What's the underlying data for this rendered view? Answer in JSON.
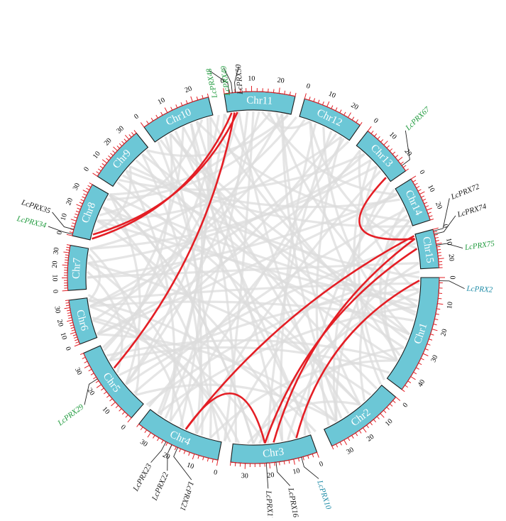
{
  "colors": {
    "chromosome_fill": "#6cc7d6",
    "chromosome_stroke": "#1b1b1b",
    "tick": "#e21f26",
    "background_link": "#dcdcdc",
    "highlight_link": "#e41e25",
    "gene_black": "#1a1a1a",
    "gene_green": "#1e9a3c",
    "gene_teal": "#1c8aa6"
  },
  "chromosomes": [
    {
      "name": "Chr1",
      "start": 90,
      "end": 127,
      "ticks": [
        "0",
        "10",
        "20",
        "30",
        "40"
      ]
    },
    {
      "name": "Chr2",
      "start": 130,
      "end": 155,
      "ticks": [
        "0",
        "10",
        "20",
        "30"
      ]
    },
    {
      "name": "Chr3",
      "start": 160,
      "end": 187,
      "ticks": [
        "0",
        "10",
        "20",
        "30"
      ]
    },
    {
      "name": "Chr4",
      "start": 191,
      "end": 218,
      "ticks": [
        "0",
        "10",
        "20",
        "30"
      ]
    },
    {
      "name": "Chr5",
      "start": 221,
      "end": 246,
      "ticks": [
        "0",
        "10",
        "20",
        "30"
      ]
    },
    {
      "name": "Chr6",
      "start": 249,
      "end": 263,
      "ticks": [
        "0",
        "10",
        "20",
        "30"
      ]
    },
    {
      "name": "Chr7",
      "start": 266,
      "end": 280,
      "ticks": [
        "0",
        "10",
        "20",
        "30"
      ]
    },
    {
      "name": "Chr8",
      "start": 283,
      "end": 300,
      "ticks": [
        "0",
        "10",
        "20",
        "30"
      ]
    },
    {
      "name": "Chr9",
      "start": 303,
      "end": 321,
      "ticks": [
        "0",
        "10",
        "20",
        "30"
      ]
    },
    {
      "name": "Chr10",
      "start": 324,
      "end": 346,
      "ticks": [
        "0",
        "10",
        "20"
      ]
    },
    {
      "name": "Chr11",
      "start": 351,
      "end": 13,
      "ticks": [
        "0",
        "10",
        "20"
      ]
    },
    {
      "name": "Chr12",
      "start": 16,
      "end": 35,
      "ticks": [
        "0",
        "10",
        "20"
      ]
    },
    {
      "name": "Chr13",
      "start": 38,
      "end": 55,
      "ticks": [
        "0",
        "10",
        "20"
      ]
    },
    {
      "name": "Chr14",
      "start": 58,
      "end": 72,
      "ticks": [
        "0",
        "10",
        "20"
      ]
    },
    {
      "name": "Chr15",
      "start": 75,
      "end": 87,
      "ticks": [
        "0",
        "10",
        "20"
      ]
    }
  ],
  "genes": [
    {
      "name": "LcPRX2",
      "angle": 91,
      "label_angle": 93,
      "color": "teal"
    },
    {
      "name": "LcPRX10",
      "angle": 165,
      "label_angle": 162,
      "color": "teal"
    },
    {
      "name": "LcPRX16",
      "angle": 173,
      "label_angle": 170,
      "color": "black"
    },
    {
      "name": "LcPRX17",
      "angle": 176,
      "label_angle": 176,
      "color": "black"
    },
    {
      "name": "LcPRX21",
      "angle": 204,
      "label_angle": 197,
      "color": "black"
    },
    {
      "name": "LcPRX22",
      "angle": 206,
      "label_angle": 204,
      "color": "black"
    },
    {
      "name": "LcPRX23",
      "angle": 208,
      "label_angle": 209,
      "color": "black"
    },
    {
      "name": "LcPRX29",
      "angle": 237,
      "label_angle": 233,
      "color": "green"
    },
    {
      "name": "LcPRX34",
      "angle": 283.5,
      "label_angle": 284,
      "color": "green"
    },
    {
      "name": "LcPRX35",
      "angle": 285,
      "label_angle": 288,
      "color": "black"
    },
    {
      "name": "LcPRX48",
      "angle": 352.5,
      "label_angle": 348,
      "color": "green"
    },
    {
      "name": "LcPRX49",
      "angle": 353.5,
      "label_angle": 352,
      "color": "green"
    },
    {
      "name": "LcPRX50",
      "angle": 354.5,
      "label_angle": 356,
      "color": "black"
    },
    {
      "name": "LcPRX67",
      "angle": 53,
      "label_angle": 46,
      "color": "green"
    },
    {
      "name": "LcPRX72",
      "angle": 75.5,
      "label_angle": 68,
      "color": "black"
    },
    {
      "name": "LcPRX74",
      "angle": 76.5,
      "label_angle": 73,
      "color": "black"
    },
    {
      "name": "LcPRX75",
      "angle": 80,
      "label_angle": 82,
      "color": "green"
    }
  ],
  "highlight_links": [
    {
      "from": 352.5,
      "to": 283.5
    },
    {
      "from": 353.5,
      "to": 237
    },
    {
      "from": 354.5,
      "to": 285
    },
    {
      "from": 53,
      "to": 76.5
    },
    {
      "from": 91,
      "to": 165
    },
    {
      "from": 75.5,
      "to": 204
    },
    {
      "from": 76.5,
      "to": 173
    },
    {
      "from": 80,
      "to": 176
    },
    {
      "from": 204,
      "to": 176
    }
  ],
  "background_links": [
    [
      3,
      20
    ],
    [
      5,
      60
    ],
    [
      8,
      100
    ],
    [
      10,
      140
    ],
    [
      2,
      230
    ],
    [
      6,
      300
    ],
    [
      12,
      320
    ],
    [
      20,
      80
    ],
    [
      25,
      110
    ],
    [
      28,
      175
    ],
    [
      30,
      240
    ],
    [
      32,
      290
    ],
    [
      40,
      95
    ],
    [
      45,
      130
    ],
    [
      50,
      200
    ],
    [
      60,
      250
    ],
    [
      62,
      310
    ],
    [
      65,
      120
    ],
    [
      70,
      150
    ],
    [
      78,
      230
    ],
    [
      85,
      270
    ],
    [
      95,
      180
    ],
    [
      100,
      215
    ],
    [
      105,
      260
    ],
    [
      110,
      295
    ],
    [
      115,
      330
    ],
    [
      120,
      195
    ],
    [
      125,
      240
    ],
    [
      135,
      275
    ],
    [
      140,
      305
    ],
    [
      145,
      335
    ],
    [
      150,
      225
    ],
    [
      158,
      262
    ],
    [
      165,
      290
    ],
    [
      170,
      340
    ],
    [
      180,
      300
    ],
    [
      185,
      255
    ],
    [
      195,
      325
    ],
    [
      200,
      275
    ],
    [
      210,
      310
    ],
    [
      215,
      345
    ],
    [
      225,
      280
    ],
    [
      230,
      300
    ],
    [
      240,
      330
    ],
    [
      245,
      355
    ],
    [
      255,
      10
    ],
    [
      260,
      35
    ],
    [
      270,
      60
    ],
    [
      275,
      45
    ],
    [
      280,
      15
    ],
    [
      290,
      100
    ],
    [
      295,
      140
    ],
    [
      300,
      180
    ],
    [
      308,
      90
    ],
    [
      315,
      120
    ],
    [
      320,
      160
    ],
    [
      328,
      200
    ],
    [
      335,
      250
    ],
    [
      340,
      70
    ],
    [
      345,
      110
    ],
    [
      355,
      150
    ],
    [
      0,
      190
    ],
    [
      350,
      230
    ],
    [
      18,
      260
    ],
    [
      22,
      170
    ],
    [
      33,
      210
    ],
    [
      42,
      250
    ],
    [
      48,
      280
    ],
    [
      55,
      150
    ],
    [
      68,
      190
    ],
    [
      72,
      120
    ],
    [
      88,
      220
    ],
    [
      92,
      262
    ],
    [
      98,
      300
    ],
    [
      103,
      330
    ],
    [
      112,
      350
    ],
    [
      118,
      20
    ],
    [
      128,
      48
    ],
    [
      138,
      70
    ],
    [
      148,
      10
    ],
    [
      153,
      32
    ],
    [
      162,
      58
    ],
    [
      168,
      85
    ],
    [
      178,
      115
    ],
    [
      182,
      140
    ],
    [
      188,
      260
    ],
    [
      192,
      295
    ],
    [
      198,
      318
    ],
    [
      206,
      338
    ],
    [
      212,
      358
    ],
    [
      219,
      40
    ],
    [
      226,
      66
    ],
    [
      234,
      94
    ],
    [
      242,
      120
    ],
    [
      250,
      150
    ],
    [
      256,
      176
    ],
    [
      264,
      205
    ],
    [
      272,
      235
    ],
    [
      278,
      262
    ],
    [
      286,
      312
    ],
    [
      292,
      342
    ],
    [
      298,
      12
    ],
    [
      306,
      42
    ],
    [
      312,
      72
    ],
    [
      318,
      102
    ],
    [
      326,
      132
    ],
    [
      332,
      160
    ],
    [
      338,
      186
    ],
    [
      344,
      214
    ],
    [
      348,
      244
    ]
  ]
}
